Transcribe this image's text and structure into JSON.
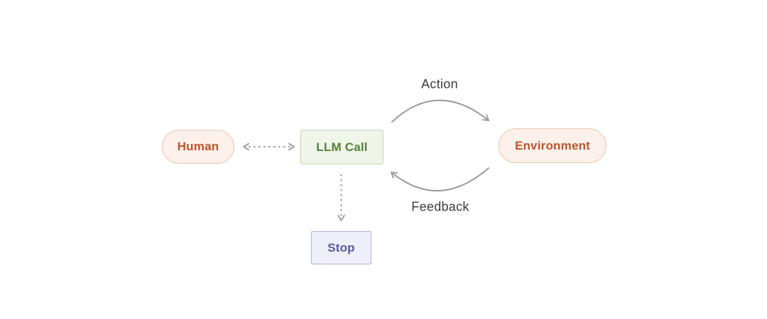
{
  "diagram": {
    "title": "agent-loop-flowchart",
    "nodes": {
      "human": {
        "label": "Human",
        "shape": "pill"
      },
      "llm_call": {
        "label": "LLM Call",
        "shape": "rectangle"
      },
      "environment": {
        "label": "Environment",
        "shape": "pill"
      },
      "stop": {
        "label": "Stop",
        "shape": "rectangle"
      }
    },
    "edge_labels": {
      "action": "Action",
      "feedback": "Feedback"
    },
    "edges": [
      {
        "from": "Human",
        "to": "LLM Call",
        "style": "dashed",
        "direction": "bidirectional",
        "label": ""
      },
      {
        "from": "LLM Call",
        "to": "Environment",
        "style": "solid-curved",
        "direction": "one-way",
        "label": "Action"
      },
      {
        "from": "Environment",
        "to": "LLM Call",
        "style": "solid-curved",
        "direction": "one-way",
        "label": "Feedback"
      },
      {
        "from": "LLM Call",
        "to": "Stop",
        "style": "dashed",
        "direction": "one-way",
        "label": ""
      }
    ],
    "colors": {
      "background": "#ffffff",
      "arrow_gray": "#9a9a9a",
      "edge_label_text": "#3b3b40",
      "human_env_fill": "#fcf0ea",
      "human_env_border": "#ecc5b0",
      "human_env_text": "#c0532c",
      "llm_fill": "#eff5e9",
      "llm_border": "#c5d8b2",
      "llm_text": "#55813c",
      "stop_fill": "#efeffa",
      "stop_border": "#b0b0d8",
      "stop_text": "#5858a1"
    }
  }
}
